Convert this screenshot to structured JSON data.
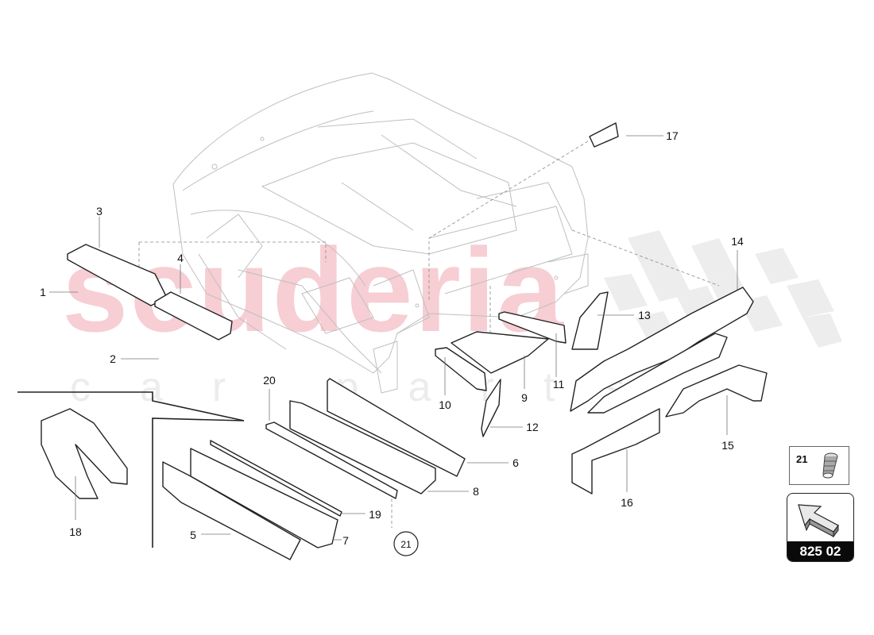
{
  "diagram": {
    "type": "exploded-parts-diagram",
    "subject": "car body insulation / sound-deadening panels",
    "page_code": "825 02",
    "watermark": {
      "main": "scuderia",
      "sub": "car parts",
      "main_color": "#f5c6cc",
      "sub_color": "#ececec"
    },
    "callouts": [
      {
        "id": "1",
        "label": "1"
      },
      {
        "id": "2",
        "label": "2"
      },
      {
        "id": "3",
        "label": "3"
      },
      {
        "id": "4",
        "label": "4"
      },
      {
        "id": "5",
        "label": "5"
      },
      {
        "id": "6",
        "label": "6"
      },
      {
        "id": "7",
        "label": "7"
      },
      {
        "id": "8",
        "label": "8"
      },
      {
        "id": "9",
        "label": "9"
      },
      {
        "id": "10",
        "label": "10"
      },
      {
        "id": "11",
        "label": "11"
      },
      {
        "id": "12",
        "label": "12"
      },
      {
        "id": "13",
        "label": "13"
      },
      {
        "id": "14",
        "label": "14"
      },
      {
        "id": "15",
        "label": "15"
      },
      {
        "id": "16",
        "label": "16"
      },
      {
        "id": "17",
        "label": "17"
      },
      {
        "id": "18",
        "label": "18"
      },
      {
        "id": "19",
        "label": "19"
      },
      {
        "id": "20",
        "label": "20"
      },
      {
        "id": "21",
        "label": "21"
      }
    ],
    "fastener_legend": {
      "label": "21",
      "icon": "rivet-nut-icon"
    },
    "navigation": {
      "icon": "arrow-3d-icon",
      "code": "825 02"
    }
  }
}
